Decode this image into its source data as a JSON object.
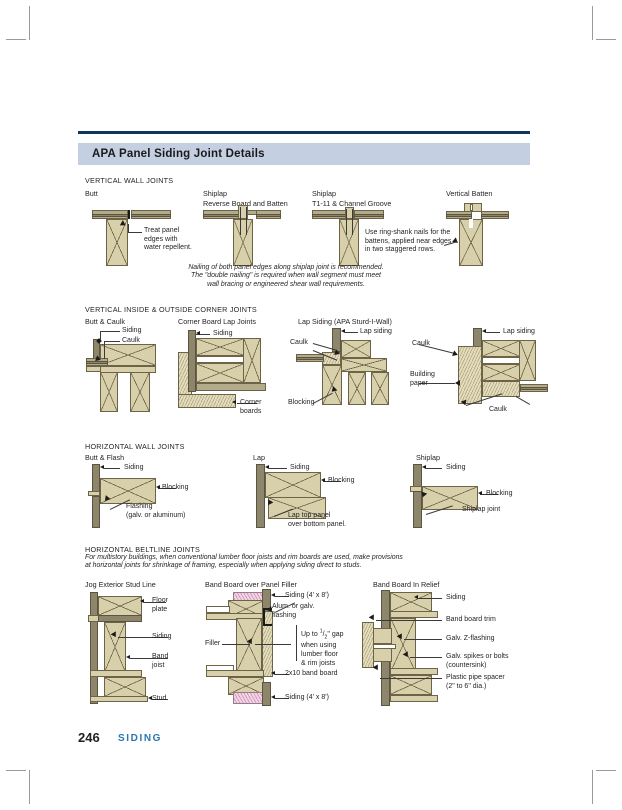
{
  "header": {
    "title": "APA Panel Siding Joint Details",
    "rule_color": "#13325c",
    "bar_color": "#c4cfe2"
  },
  "sections": [
    {
      "id": "vertical-wall-joints",
      "heading": "VERTICAL WALL JOINTS",
      "items": [
        {
          "label": "Butt"
        },
        {
          "label": "Shiplap",
          "label2": "Reverse Board and Batten"
        },
        {
          "label": "Shiplap",
          "label2": "T1-11 & Channel Groove"
        },
        {
          "label": "Vertical Batten"
        }
      ],
      "callouts": [
        "Treat panel",
        "edges with",
        "water repellent.",
        "Use ring-shank nails for the",
        "battens, applied near edges",
        "in two staggered rows."
      ],
      "note": [
        "Nailing of both panel edges along shiplap joint is recommended.",
        "The \"double nailing\" is required when wall segment must meet",
        "wall bracing or engineered shear wall requirements."
      ]
    },
    {
      "id": "vertical-corner-joints",
      "heading": "VERTICAL INSIDE & OUTSIDE CORNER JOINTS",
      "items": [
        {
          "label": "Butt & Caulk"
        },
        {
          "label": "Corner Board Lap Joints"
        },
        {
          "label": "Lap Siding (APA Sturd-I-Wall)"
        }
      ],
      "callouts": [
        "Siding",
        "Caulk",
        "Siding",
        "Corner",
        "boards",
        "Lap siding",
        "Caulk",
        "Blocking",
        "Lap siding",
        "Caulk",
        "Building",
        "paper",
        "Caulk"
      ]
    },
    {
      "id": "horizontal-wall-joints",
      "heading": "HORIZONTAL WALL JOINTS",
      "items": [
        {
          "label": "Butt & Flash"
        },
        {
          "label": "Lap"
        },
        {
          "label": "Shiplap"
        }
      ],
      "callouts": [
        "Siding",
        "Blocking",
        "Flashing",
        "(galv. or aluminum)",
        "Siding",
        "Blocking",
        "Lap top panel",
        "over bottom panel.",
        "Siding",
        "Blocking",
        "Shiplap joint"
      ]
    },
    {
      "id": "horizontal-beltline-joints",
      "heading": "HORIZONTAL BELTLINE JOINTS",
      "note": [
        "For multistory buildings, when conventional lumber floor joists and rim boards are used, make provisions",
        "at horizontal joints for shrinkage of framing, especially when applying siding direct to studs."
      ],
      "items": [
        {
          "label": "Jog Exterior Stud Line"
        },
        {
          "label": "Band Board over Panel Filler"
        },
        {
          "label": "Band Board In Relief"
        }
      ],
      "callouts_jog": [
        "Floor",
        "plate",
        "Siding",
        "Band",
        "joist",
        "Stud"
      ],
      "callouts_band": [
        "Siding (4' x 8')",
        "Alum. or galv.",
        "flashing",
        "Up to 1/2\" gap",
        "when using",
        "lumber floor",
        "& rim joists",
        "2x10 band board",
        "Siding (4' x 8')",
        "Filler"
      ],
      "gap_text": {
        "pre": "Up to ",
        "frac_num": "1",
        "frac_den": "2",
        "post": "\" gap"
      },
      "callouts_relief": [
        "Siding",
        "Band board trim",
        "Galv. Z-flashing",
        "Galv. spikes or bolts",
        "(countersink)",
        "Plastic pipe spacer",
        "(2\" to 6\" dia.)"
      ]
    }
  ],
  "footer": {
    "page_number": "246",
    "section_name": "SIDING",
    "section_color": "#2b77ae"
  }
}
